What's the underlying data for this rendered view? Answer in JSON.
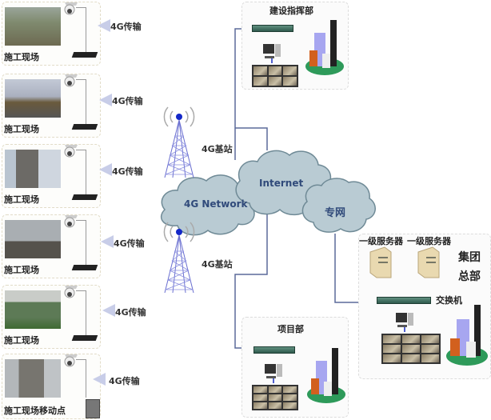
{
  "sites": [
    {
      "label": "施工现场",
      "link": "4G传输"
    },
    {
      "label": "施工现场",
      "link": "4G传输"
    },
    {
      "label": "施工现场",
      "link": "4G传输"
    },
    {
      "label": "施工现场",
      "link": "4G传输"
    },
    {
      "label": "施工现场",
      "link": "4G传输"
    },
    {
      "label": "施工现场移动点",
      "link": "4G传输"
    }
  ],
  "towers": [
    {
      "label": "4G基站"
    },
    {
      "label": "4G基站"
    }
  ],
  "clouds": {
    "network_4g": "4G Network",
    "internet": "Internet",
    "private": "专网"
  },
  "offices": {
    "command": {
      "title": "建设指挥部"
    },
    "project": {
      "title": "项目部"
    },
    "hq": {
      "title_line1": "集团",
      "title_line2": "总部",
      "server1": "一级服务器",
      "server2": "一级服务器",
      "switch": "交换机"
    }
  },
  "colors": {
    "cloud_fill": "#b9cbd3",
    "cloud_stroke": "#6f8a96",
    "link_line": "#5b6a9a",
    "tower": "#6a6fd0",
    "tower_beacon": "#1428c8"
  }
}
